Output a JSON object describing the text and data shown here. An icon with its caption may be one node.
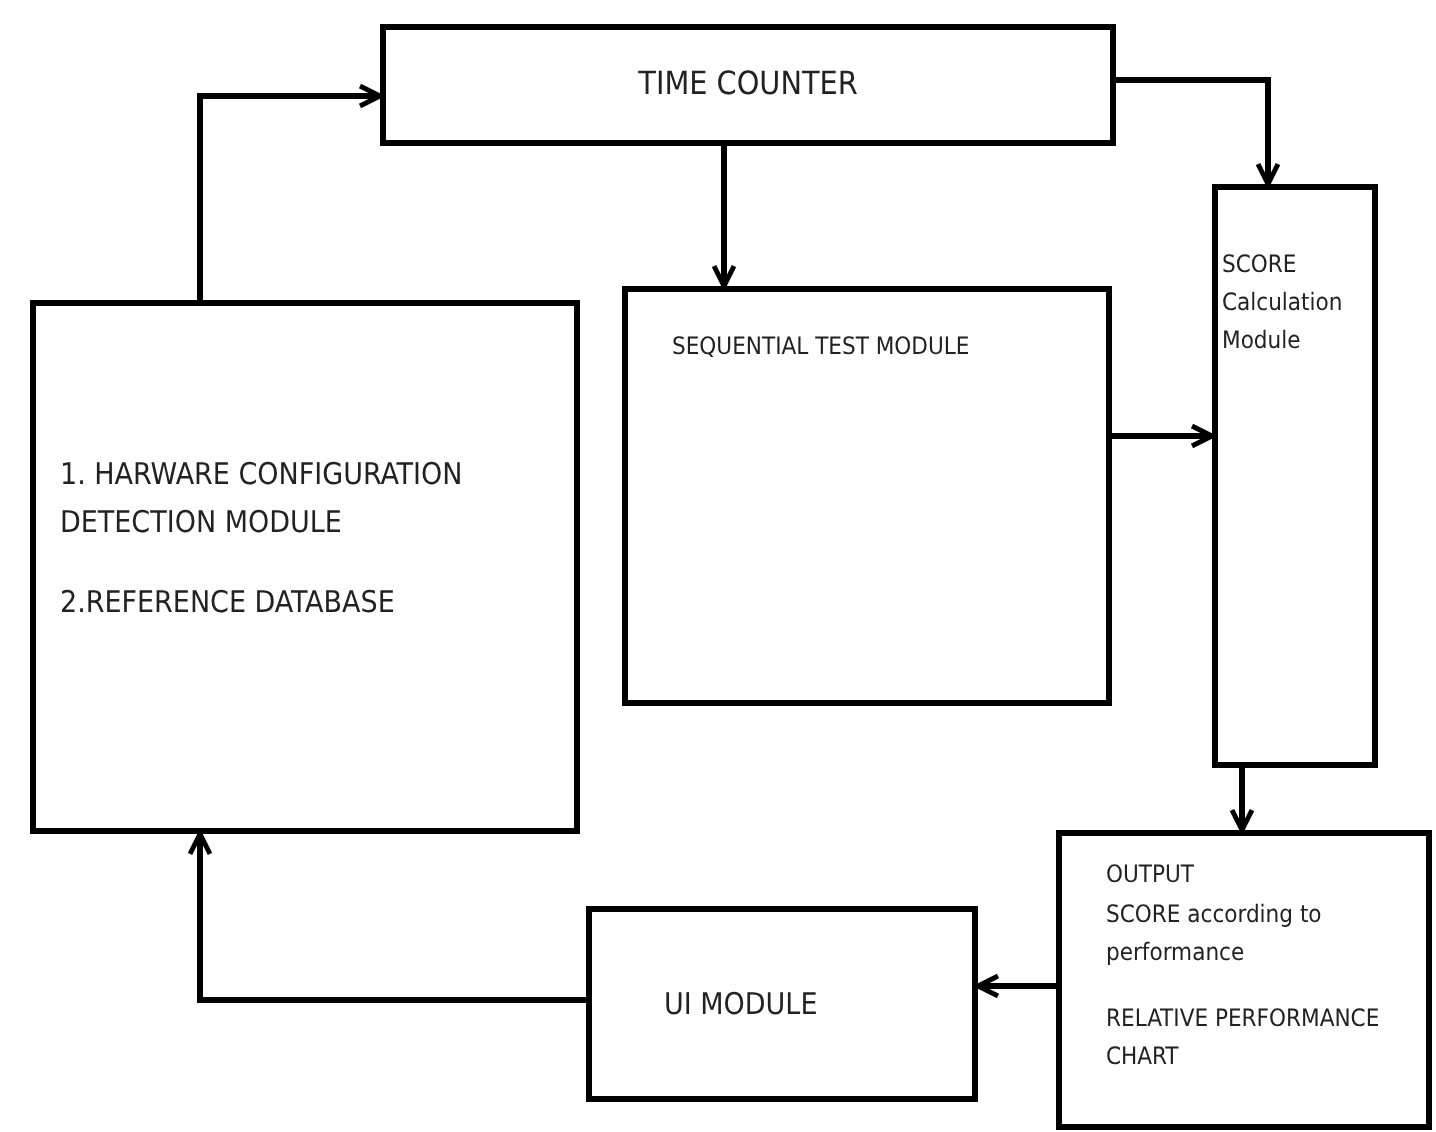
{
  "diagram": {
    "nodes": [
      {
        "text": [
          "TIME COUNTER"
        ]
      },
      {
        "text": [
          "1. HARWARE CONFIGURATION DETECTION MODULE",
          "2.REFERENCE DATABASE"
        ]
      },
      {
        "text": [
          "SEQUENTIAL TEST MODULE"
        ]
      },
      {
        "text": [
          "SCORE Calculation Module"
        ]
      },
      {
        "text": [
          "OUTPUT",
          "SCORE according to performance",
          "RELATIVE PERFORMANCE CHART"
        ]
      },
      {
        "text": [
          "UI MODULE"
        ]
      }
    ],
    "edges": [
      {
        "from": 1,
        "to": 0,
        "arrow": "to"
      },
      {
        "from": 0,
        "to": 2,
        "arrow": "to"
      },
      {
        "from": 0,
        "to": 3,
        "arrow": "to"
      },
      {
        "from": 2,
        "to": 3,
        "arrow": "to"
      },
      {
        "from": 3,
        "to": 4,
        "arrow": "to"
      },
      {
        "from": 4,
        "to": 5,
        "arrow": "to"
      },
      {
        "from": 5,
        "to": 1,
        "arrow": "to"
      }
    ]
  }
}
